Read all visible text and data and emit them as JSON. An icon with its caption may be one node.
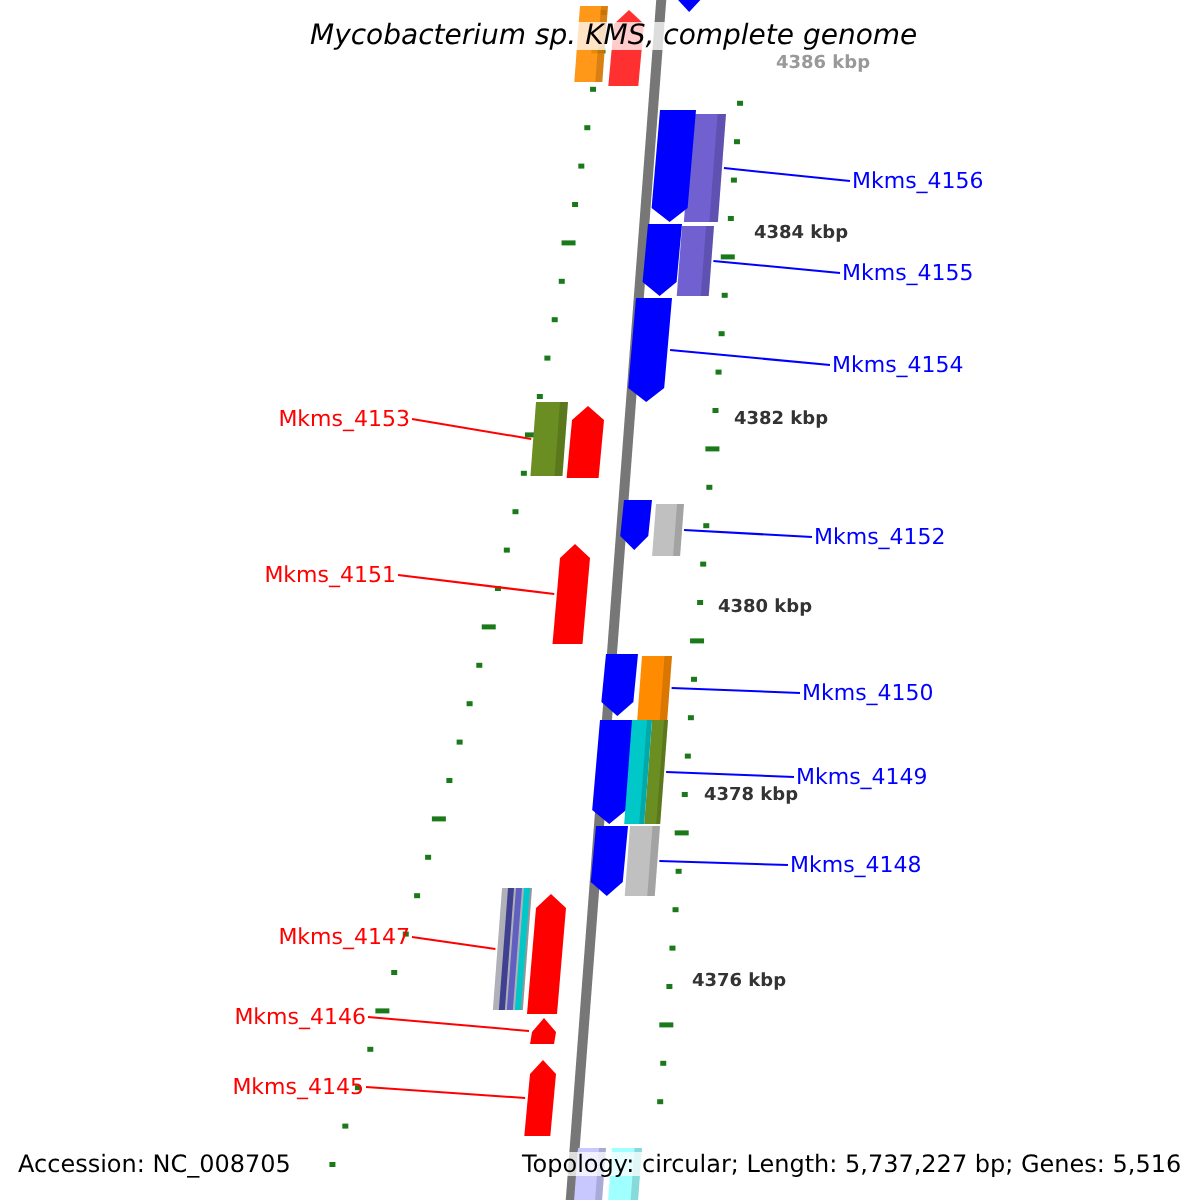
{
  "diagram": {
    "title": "Mycobacterium sp. KMS, complete genome",
    "nodes": [
      {
        "text": [
          "Mkms_4156"
        ]
      },
      {
        "text": [],
        "shape": "bar"
      },
      {
        "text": [
          "Mkms_4155"
        ]
      },
      {
        "text": [],
        "shape": "bar"
      },
      {
        "text": [
          "Mkms_4154"
        ]
      },
      {
        "text": [],
        "shape": "bar"
      },
      {
        "text": [
          "Mkms_4153"
        ]
      },
      {
        "text": [],
        "shape": "bar"
      },
      {
        "text": [
          "Mkms_4152"
        ]
      },
      {
        "text": [],
        "shape": "bar"
      },
      {
        "text": [
          "Mkms_4151"
        ]
      },
      {
        "text": [],
        "shape": "bar"
      },
      {
        "text": [
          "Mkms_4150"
        ]
      },
      {
        "text": [],
        "shape": "bar"
      },
      {
        "text": [
          "Mkms_4149"
        ]
      },
      {
        "text": [],
        "shape": "bar"
      },
      {
        "text": [
          "Mkms_4148"
        ]
      },
      {
        "text": [],
        "shape": "bar"
      },
      {
        "text": [
          "Mkms_4147"
        ]
      },
      {
        "text": [],
        "shape": "bar"
      },
      {
        "text": [
          "Mkms_4146"
        ]
      },
      {
        "text": [],
        "shape": "bar"
      },
      {
        "text": [
          "Mkms_4145"
        ]
      },
      {
        "text": [],
        "shape": "bar"
      },
      {
        "text": [],
        "shape": "bar"
      },
      {
        "text": [],
        "shape": "bar"
      },
      {
        "text": [],
        "shape": "bar"
      },
      {
        "text": [],
        "shape": "bar"
      },
      {
        "text": [],
        "shape": "bar"
      },
      {
        "text": [],
        "shape": "bar"
      },
      {
        "text": [],
        "shape": "bar"
      },
      {
        "text": [],
        "shape": "bar"
      },
      {
        "text": [],
        "shape": "bar"
      },
      {
        "text": [],
        "shape": "bar"
      },
      {
        "text": [],
        "shape": "bar"
      },
      {
        "text": [],
        "shape": "bar"
      },
      {
        "text": [],
        "shape": "bar"
      },
      {
        "text": [],
        "shape": "bar"
      }
    ],
    "edges": [
      {
        "from": 0,
        "to": 1,
        "arrow": "none"
      },
      {
        "from": 2,
        "to": 3,
        "arrow": "none"
      },
      {
        "from": 4,
        "to": 5,
        "arrow": "none"
      },
      {
        "from": 6,
        "to": 7,
        "arrow": "none",
        "color": "#ff0000"
      },
      {
        "from": 8,
        "to": 9,
        "arrow": "none"
      },
      {
        "from": 10,
        "to": 11,
        "arrow": "none",
        "color": "#ff0000"
      },
      {
        "from": 12,
        "to": 13,
        "arrow": "none"
      },
      {
        "from": 14,
        "to": 15,
        "arrow": "none"
      },
      {
        "from": 16,
        "to": 17,
        "arrow": "none"
      },
      {
        "from": 18,
        "to": 19,
        "arrow": "none",
        "color": "#ff0000"
      },
      {
        "from": 20,
        "to": 21,
        "arrow": "none",
        "color": "#ff0000"
      },
      {
        "from": 22,
        "to": 23,
        "arrow": "none",
        "color": "#ff0000"
      }
    ],
    "labels": [
      "4386 kbp",
      "4384 kbp",
      "4382 kbp",
      "4380 kbp",
      "4378 kbp",
      "4376 kbp",
      "Accession: NC_008705",
      "Topology: circular; Length: 5,737,227 bp; Genes: 5,516"
    ]
  }
}
